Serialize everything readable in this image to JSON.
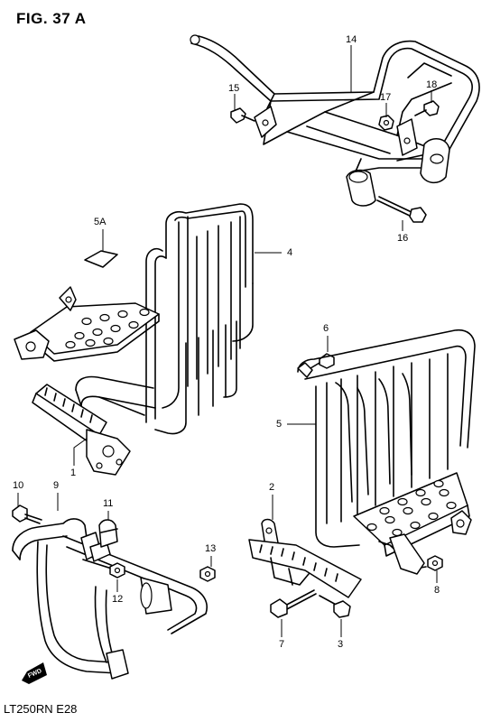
{
  "figure": {
    "title": "FIG. 37 A",
    "model_code": "LT250RN E28"
  },
  "callouts": [
    {
      "id": "14",
      "text": "14"
    },
    {
      "id": "15",
      "text": "15"
    },
    {
      "id": "17",
      "text": "17"
    },
    {
      "id": "18",
      "text": "18"
    },
    {
      "id": "16",
      "text": "16"
    },
    {
      "id": "5A",
      "text": "5A"
    },
    {
      "id": "4",
      "text": "4"
    },
    {
      "id": "1",
      "text": "1"
    },
    {
      "id": "6",
      "text": "6"
    },
    {
      "id": "5",
      "text": "5"
    },
    {
      "id": "10",
      "text": "10"
    },
    {
      "id": "9",
      "text": "9"
    },
    {
      "id": "11",
      "text": "11"
    },
    {
      "id": "2",
      "text": "2"
    },
    {
      "id": "13",
      "text": "13"
    },
    {
      "id": "12",
      "text": "12"
    },
    {
      "id": "8",
      "text": "8"
    },
    {
      "id": "7",
      "text": "7"
    },
    {
      "id": "3",
      "text": "3"
    }
  ],
  "front_marker": {
    "text": "FWD"
  }
}
